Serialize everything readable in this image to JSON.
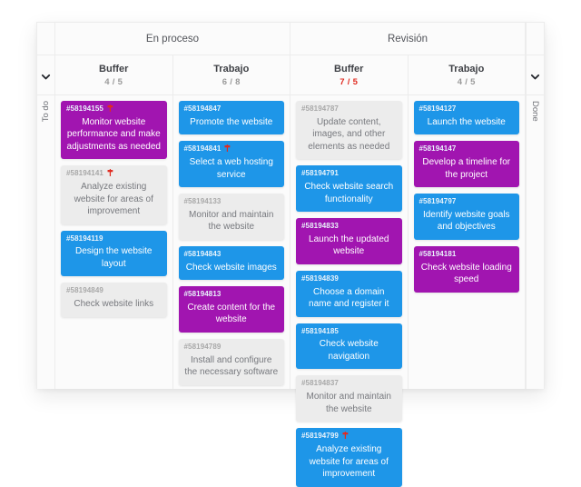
{
  "board": {
    "side_labels": {
      "left": "To do",
      "right": "Done"
    },
    "collapse_icon": "chevron-down-icon",
    "phases": [
      {
        "name": "En proceso"
      },
      {
        "name": "Revisión"
      }
    ],
    "lanes": [
      {
        "name": "Buffer",
        "count": "4 / 5",
        "over_limit": false
      },
      {
        "name": "Trabajo",
        "count": "6 / 8",
        "over_limit": false
      },
      {
        "name": "Buffer",
        "count": "7 / 5",
        "over_limit": true
      },
      {
        "name": "Trabajo",
        "count": "4 / 5",
        "over_limit": false
      }
    ],
    "colors": {
      "blue": "#1e96e8",
      "purple": "#a115b0",
      "gray": "#ececec",
      "over_limit_red": "#e02b20",
      "board_bg": "#fbfbfb",
      "border": "#ececec"
    },
    "columns": [
      {
        "lane": "Buffer",
        "cards": [
          {
            "id": "#58194155",
            "title": "Monitor website performance and make adjustments as needed",
            "color": "purple",
            "flag": true
          },
          {
            "id": "#58194141",
            "title": "Analyze existing website for areas of improvement",
            "color": "gray",
            "flag": true
          },
          {
            "id": "#58194119",
            "title": "Design the website layout",
            "color": "blue",
            "flag": false
          },
          {
            "id": "#58194849",
            "title": "Check website links",
            "color": "gray",
            "flag": false
          }
        ]
      },
      {
        "lane": "Trabajo",
        "cards": [
          {
            "id": "#58194847",
            "title": "Promote the website",
            "color": "blue",
            "flag": false
          },
          {
            "id": "#58194841",
            "title": "Select a web hosting service",
            "color": "blue",
            "flag": true
          },
          {
            "id": "#58194133",
            "title": "Monitor and maintain the website",
            "color": "gray",
            "flag": false
          },
          {
            "id": "#58194843",
            "title": "Check website images",
            "color": "blue",
            "flag": false
          },
          {
            "id": "#58194813",
            "title": "Create content for the website",
            "color": "purple",
            "flag": false
          },
          {
            "id": "#58194789",
            "title": "Install and configure the necessary software",
            "color": "gray",
            "flag": false
          }
        ]
      },
      {
        "lane": "Buffer",
        "cards": [
          {
            "id": "#58194787",
            "title": "Update content, images, and other elements as needed",
            "color": "gray",
            "flag": false
          },
          {
            "id": "#58194791",
            "title": "Check website search functionality",
            "color": "blue",
            "flag": false
          },
          {
            "id": "#58194833",
            "title": "Launch the updated website",
            "color": "purple",
            "flag": false
          },
          {
            "id": "#58194839",
            "title": "Choose a domain name and register it",
            "color": "blue",
            "flag": false
          },
          {
            "id": "#58194185",
            "title": "Check website navigation",
            "color": "blue",
            "flag": false
          },
          {
            "id": "#58194837",
            "title": "Monitor and maintain the website",
            "color": "gray",
            "flag": false
          },
          {
            "id": "#58194799",
            "title": "Analyze existing website for areas of improvement",
            "color": "blue",
            "flag": true
          }
        ]
      },
      {
        "lane": "Trabajo",
        "cards": [
          {
            "id": "#58194127",
            "title": "Launch the website",
            "color": "blue",
            "flag": false
          },
          {
            "id": "#58194147",
            "title": "Develop a timeline for the project",
            "color": "purple",
            "flag": false
          },
          {
            "id": "#58194797",
            "title": "Identify website goals and objectives",
            "color": "blue",
            "flag": false
          },
          {
            "id": "#58194181",
            "title": "Check website loading speed",
            "color": "purple",
            "flag": false
          }
        ]
      }
    ]
  }
}
